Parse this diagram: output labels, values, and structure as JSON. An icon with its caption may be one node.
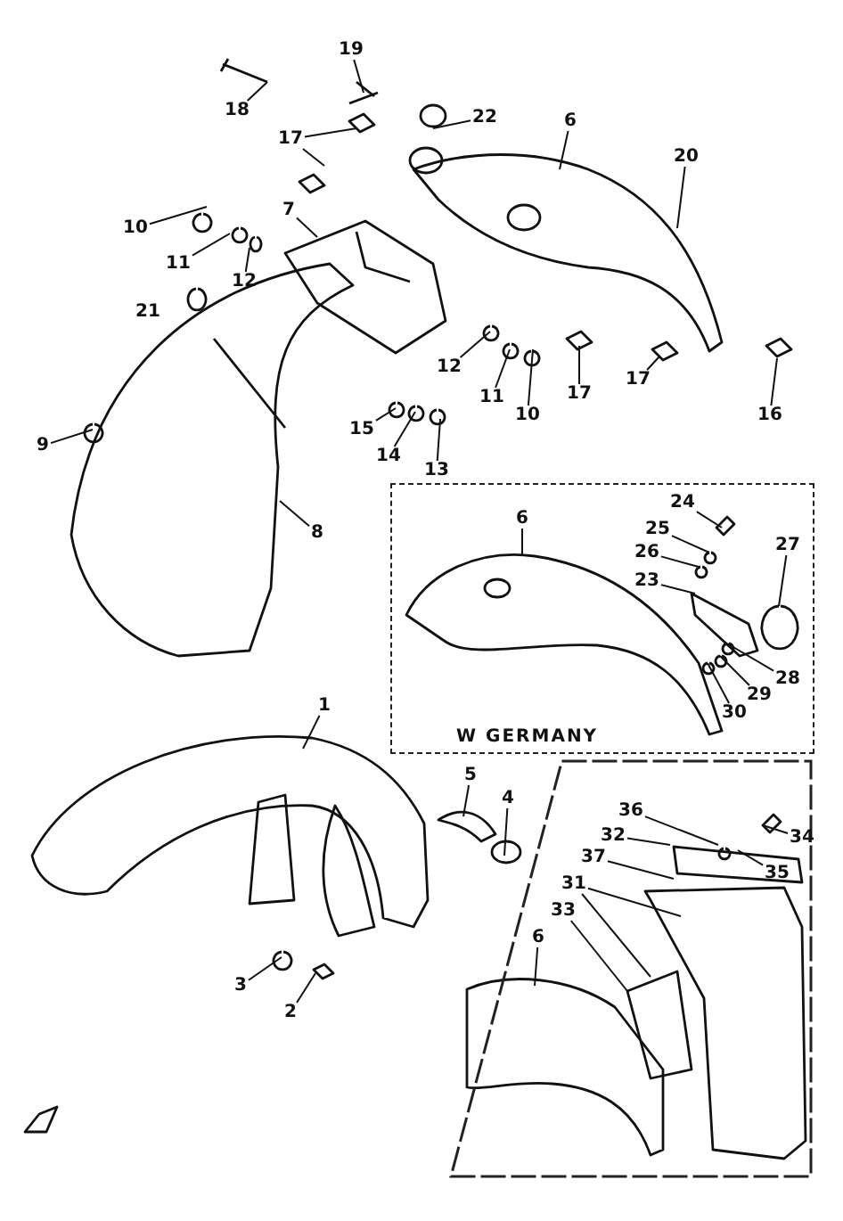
{
  "diagram": {
    "nodes": [
      {
        "text": [
          "19"
        ]
      },
      {
        "text": [
          "18"
        ]
      },
      {
        "text": [
          "22"
        ]
      },
      {
        "text": [
          "6"
        ]
      },
      {
        "text": [
          "20"
        ]
      },
      {
        "text": [
          "17"
        ]
      },
      {
        "text": [
          "7"
        ]
      },
      {
        "text": [
          "10"
        ]
      },
      {
        "text": [
          "11"
        ]
      },
      {
        "text": [
          "12"
        ]
      },
      {
        "text": [
          "12"
        ]
      },
      {
        "text": [
          "11"
        ]
      },
      {
        "text": [
          "10"
        ]
      },
      {
        "text": [
          "17"
        ]
      },
      {
        "text": [
          "17"
        ]
      },
      {
        "text": [
          "16"
        ]
      },
      {
        "text": [
          "9"
        ]
      },
      {
        "text": [
          "15"
        ]
      },
      {
        "text": [
          "14"
        ]
      },
      {
        "text": [
          "13"
        ]
      },
      {
        "text": [
          "8"
        ]
      },
      {
        "text": [
          "W GERMANY"
        ]
      },
      {
        "text": [
          "6"
        ],
        "in": 21
      },
      {
        "text": [
          "24"
        ],
        "in": 21
      },
      {
        "text": [
          "25"
        ],
        "in": 21
      },
      {
        "text": [
          "26"
        ],
        "in": 21
      },
      {
        "text": [
          "23"
        ],
        "in": 21
      },
      {
        "text": [
          "27"
        ],
        "in": 21
      },
      {
        "text": [
          "28"
        ],
        "in": 21
      },
      {
        "text": [
          "29"
        ],
        "in": 21
      },
      {
        "text": [
          "30"
        ],
        "in": 21
      },
      {
        "text": [
          "1"
        ]
      },
      {
        "text": [
          "5"
        ]
      },
      {
        "text": [
          "4"
        ]
      },
      {
        "text": [
          "3"
        ]
      },
      {
        "text": [
          "2"
        ]
      },
      {
        "text": [],
        "shape": "box"
      },
      {
        "text": [
          "36"
        ],
        "in": 36
      },
      {
        "text": [
          "34"
        ],
        "in": 36
      },
      {
        "text": [
          "32"
        ],
        "in": 36
      },
      {
        "text": [
          "35"
        ],
        "in": 36
      },
      {
        "text": [
          "37"
        ],
        "in": 36
      },
      {
        "text": [
          "31"
        ],
        "in": 36
      },
      {
        "text": [
          "33"
        ],
        "in": 36
      },
      {
        "text": [
          "6"
        ],
        "in": 36
      }
    ],
    "edges": [
      {
        "from": 0,
        "to": null,
        "arrow": "none"
      },
      {
        "from": 1,
        "to": null,
        "arrow": "none"
      },
      {
        "from": 2,
        "to": null,
        "arrow": "none"
      },
      {
        "from": 3,
        "to": null,
        "arrow": "none"
      },
      {
        "from": 4,
        "to": null,
        "arrow": "none"
      },
      {
        "from": 5,
        "to": null,
        "arrow": "none"
      },
      {
        "from": 5,
        "to": null,
        "arrow": "none"
      },
      {
        "from": 6,
        "to": null,
        "arrow": "none"
      },
      {
        "from": 7,
        "to": null,
        "arrow": "none"
      },
      {
        "from": 8,
        "to": null,
        "arrow": "none"
      },
      {
        "from": 9,
        "to": null,
        "arrow": "none"
      },
      {
        "from": 10,
        "to": null,
        "arrow": "none"
      },
      {
        "from": 11,
        "to": null,
        "arrow": "none"
      },
      {
        "from": 12,
        "to": null,
        "arrow": "none"
      },
      {
        "from": 13,
        "to": null,
        "arrow": "none"
      },
      {
        "from": 14,
        "to": null,
        "arrow": "none"
      },
      {
        "from": 15,
        "to": null,
        "arrow": "none"
      },
      {
        "from": 16,
        "to": null,
        "arrow": "none"
      },
      {
        "from": 17,
        "to": null,
        "arrow": "none"
      },
      {
        "from": 18,
        "to": null,
        "arrow": "none"
      },
      {
        "from": 19,
        "to": null,
        "arrow": "none"
      },
      {
        "from": 20,
        "to": null,
        "arrow": "none"
      },
      {
        "from": 22,
        "to": null,
        "arrow": "none"
      },
      {
        "from": 23,
        "to": null,
        "arrow": "none"
      },
      {
        "from": 24,
        "to": null,
        "arrow": "none"
      },
      {
        "from": 25,
        "to": null,
        "arrow": "none"
      },
      {
        "from": 26,
        "to": null,
        "arrow": "none"
      },
      {
        "from": 27,
        "to": null,
        "arrow": "none"
      },
      {
        "from": 28,
        "to": null,
        "arrow": "none"
      },
      {
        "from": 29,
        "to": null,
        "arrow": "none"
      },
      {
        "from": 30,
        "to": null,
        "arrow": "none"
      },
      {
        "from": 31,
        "to": null,
        "arrow": "none"
      },
      {
        "from": 32,
        "to": null,
        "arrow": "none"
      },
      {
        "from": 33,
        "to": null,
        "arrow": "none"
      },
      {
        "from": 34,
        "to": null,
        "arrow": "none"
      },
      {
        "from": 35,
        "to": null,
        "arrow": "none"
      },
      {
        "from": 37,
        "to": null,
        "arrow": "none"
      },
      {
        "from": 38,
        "to": null,
        "arrow": "none"
      },
      {
        "from": 39,
        "to": null,
        "arrow": "none"
      },
      {
        "from": 40,
        "to": null,
        "arrow": "none"
      },
      {
        "from": 41,
        "to": null,
        "arrow": "none"
      },
      {
        "from": 42,
        "to": null,
        "arrow": "none"
      },
      {
        "from": 42,
        "to": null,
        "arrow": "none"
      },
      {
        "from": 43,
        "to": null,
        "arrow": "none"
      },
      {
        "from": 44,
        "to": null,
        "arrow": "none"
      }
    ],
    "labels": [
      "21"
    ]
  }
}
